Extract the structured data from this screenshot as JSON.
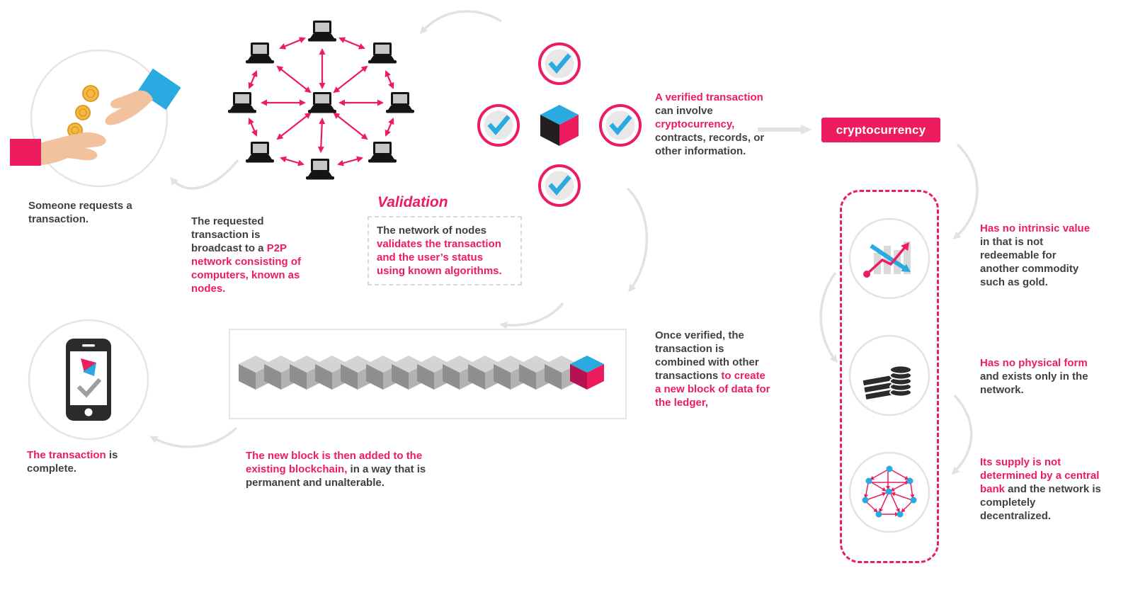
{
  "colors": {
    "pink": "#EC1C5F",
    "blue": "#29ABE2",
    "dark": "#414042",
    "gray_arrow": "#e2e2e2"
  },
  "request": {
    "text": "Someone requests a transaction."
  },
  "broadcast": {
    "dark1": "The requested transaction is broadcast to a ",
    "pink1": "P2P network consisting of computers, known as nodes."
  },
  "validation": {
    "title": "Validation",
    "dark1": "The network of nodes ",
    "pink1": "validates the transaction and the user’s status using known algorithms."
  },
  "verified": {
    "pink1": "A verified transaction",
    "dark1": " can involve ",
    "pink2": "cryptocurrency,",
    "dark2": " contracts, records, or other information."
  },
  "crypto_button": {
    "label": "cryptocurrency"
  },
  "properties": [
    {
      "pink": "Has no intrinsic value",
      "dark": " in that is not redeemable for another commodity such as gold.",
      "icon": "chart-trend-icon"
    },
    {
      "pink": "Has no physical form",
      "dark": " and exists only in the network.",
      "icon": "money-stack-icon"
    },
    {
      "pink": "Its supply is not determined by a central bank",
      "dark": " and the network is completely decentralized.",
      "icon": "decentralized-network-icon"
    }
  ],
  "combined": {
    "dark1": "Once verified, the transaction is combined with other transactions ",
    "pink1": "to create a new block of data for the ledger,"
  },
  "added": {
    "pink1": "The new block is then added to the existing blockchain,",
    "dark1": " in a way that is permanent and unalterable."
  },
  "complete": {
    "pink1": "The transaction",
    "dark1": " is complete."
  }
}
